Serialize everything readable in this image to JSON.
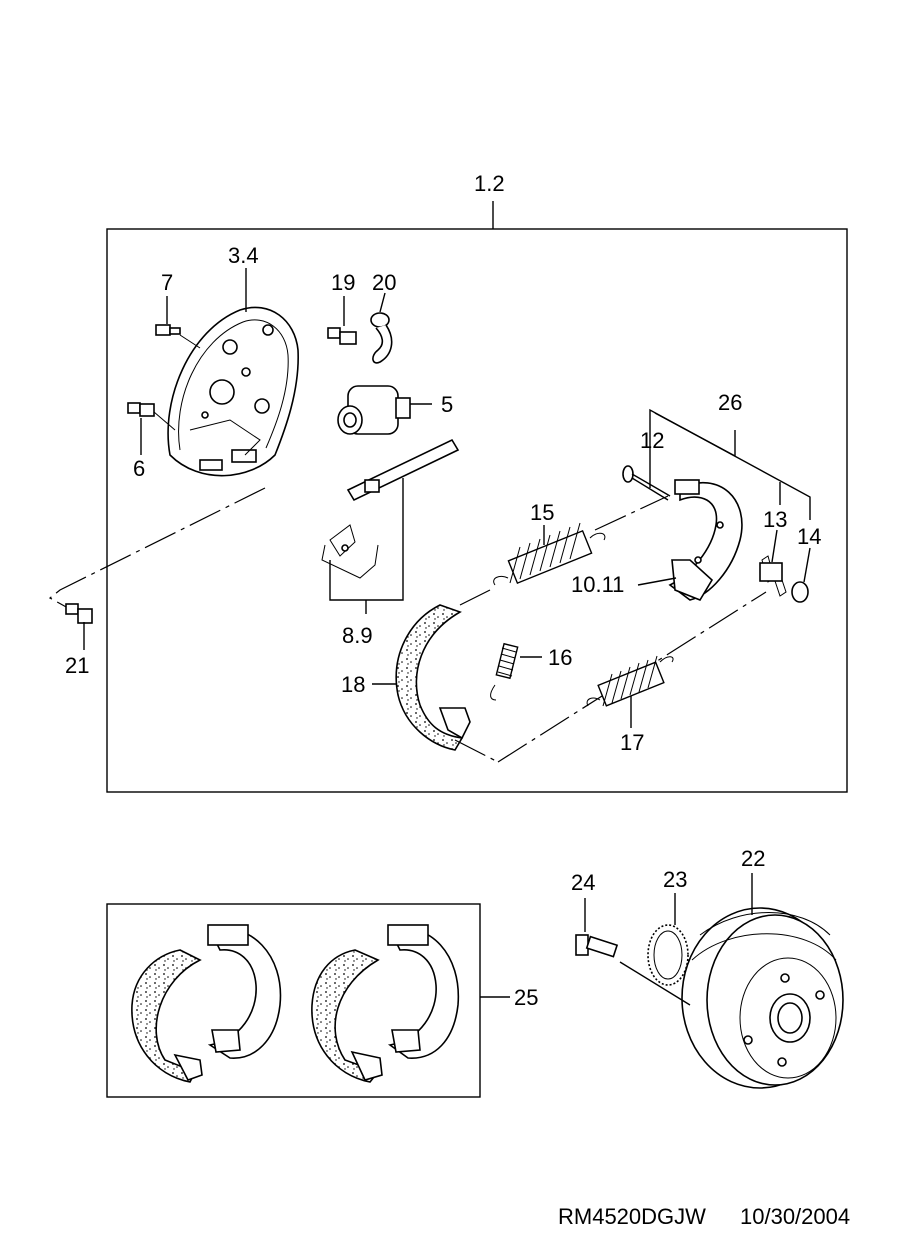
{
  "labels": {
    "l_1_2": "1.2",
    "l_3_4": "3.4",
    "l_7": "7",
    "l_6": "6",
    "l_19": "19",
    "l_20": "20",
    "l_5": "5",
    "l_8_9": "8.9",
    "l_21": "21",
    "l_26": "26",
    "l_12": "12",
    "l_13": "13",
    "l_14": "14",
    "l_15": "15",
    "l_10_11": "10.11",
    "l_16": "16",
    "l_18": "18",
    "l_17": "17",
    "l_22": "22",
    "l_23": "23",
    "l_24": "24",
    "l_25": "25"
  },
  "footer": {
    "code": "RM4520DGJW",
    "date": "10/30/2004"
  }
}
